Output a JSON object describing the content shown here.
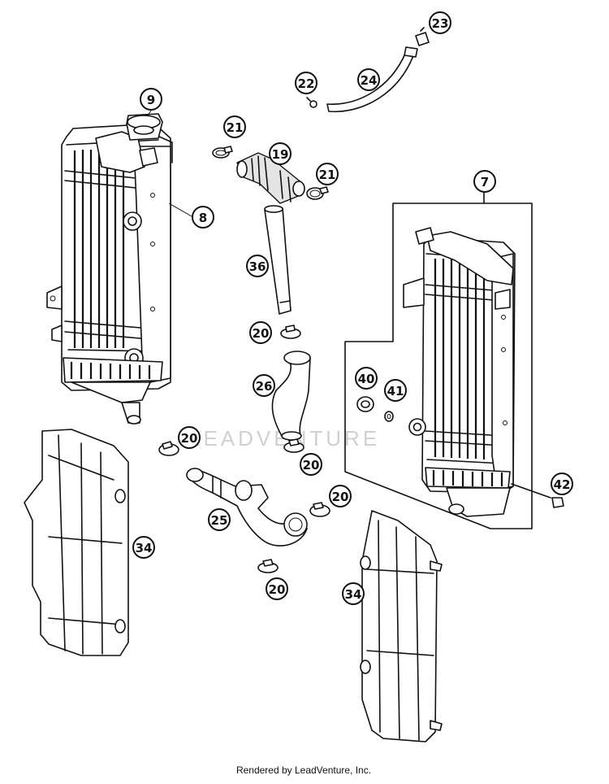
{
  "watermark": "LEADVENTURE",
  "footer": "Rendered by LeadVenture, Inc.",
  "callouts": {
    "c9": "9",
    "c8": "8",
    "c21a": "21",
    "c19": "19",
    "c21b": "21",
    "c22": "22",
    "c24": "24",
    "c23": "23",
    "c7": "7",
    "c36": "36",
    "c20a": "20",
    "c26": "26",
    "c40": "40",
    "c41": "41",
    "c20b": "20",
    "c20c": "20",
    "c25": "25",
    "c20d": "20",
    "c42": "42",
    "c34a": "34",
    "c20e": "20",
    "c34b": "34"
  }
}
